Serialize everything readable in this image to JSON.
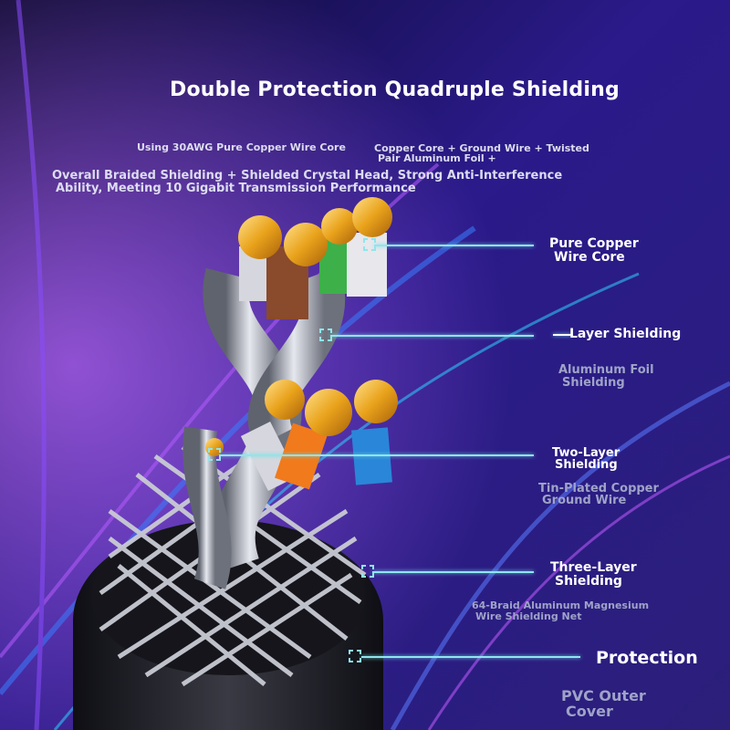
{
  "title": "Double Protection Quadruple Shielding",
  "notes": {
    "copper_core": "Using 30AWG Pure Copper Wire Core",
    "ground_wire_line1": "Copper Core + Ground Wire + Twisted",
    "ground_wire_line2": "Pair Aluminum Foil +",
    "braided_line1": "Overall Braided Shielding + Shielded Crystal Head, Strong Anti-Interference",
    "braided_line2": "Ability, Meeting 10 Gigabit Transmission Performance"
  },
  "callouts": [
    {
      "label_lines": [
        "Pure Copper",
        "Wire Core"
      ],
      "sub_lines": []
    },
    {
      "label_lines": [
        "Layer Shielding"
      ],
      "sub_lines": [
        "Aluminum Foil",
        "Shielding"
      ]
    },
    {
      "label_lines": [
        "Two-Layer",
        "Shielding"
      ],
      "sub_lines": [
        "Tin-Plated Copper",
        "Ground Wire"
      ]
    },
    {
      "label_lines": [
        "Three-Layer",
        "Shielding"
      ],
      "sub_lines": [
        "64-Braid Aluminum Magnesium",
        "Wire Shielding Net"
      ]
    },
    {
      "label_lines": [
        "Protection"
      ],
      "sub_lines": [
        "PVC Outer",
        "Cover"
      ]
    }
  ],
  "colors": {
    "background": "#1b1257",
    "leader_line": "#8fe6ec",
    "wire_orange": "#f07a1c",
    "wire_blue": "#2a86d9",
    "wire_brown": "#8a4a2c",
    "wire_green": "#3db04a",
    "jacket": "#1c1c22"
  }
}
